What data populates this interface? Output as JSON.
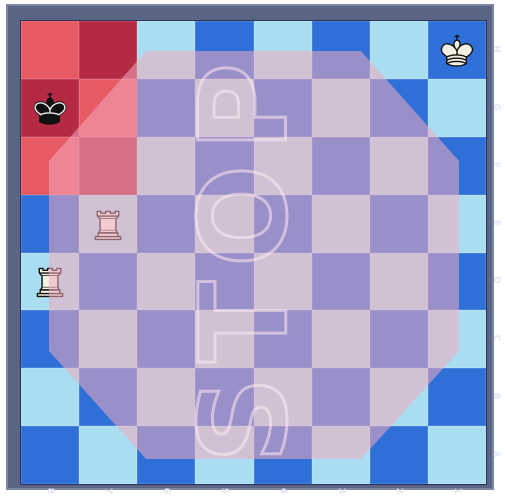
{
  "board": {
    "rank_labels": [
      "H",
      "G",
      "F",
      "E",
      "D",
      "C",
      "B",
      "A"
    ],
    "file_labels": [
      "8",
      "7",
      "6",
      "5",
      "4",
      "3",
      "2",
      "1"
    ],
    "highlighted_squares": [
      "H8",
      "H7",
      "G8",
      "G7",
      "F8",
      "F7"
    ],
    "pieces": [
      {
        "square": "H1",
        "piece": "white-king"
      },
      {
        "square": "G8",
        "piece": "black-king"
      },
      {
        "square": "E7",
        "piece": "white-rook"
      },
      {
        "square": "D8",
        "piece": "white-rook"
      }
    ]
  },
  "overlay": {
    "text": "STOP",
    "color": "#e8a7b4"
  },
  "colors": {
    "light_square": "#a9def2",
    "dark_square": "#2f6fd8",
    "highlight_light": "#e85a63",
    "highlight_dark": "#b52a43"
  }
}
